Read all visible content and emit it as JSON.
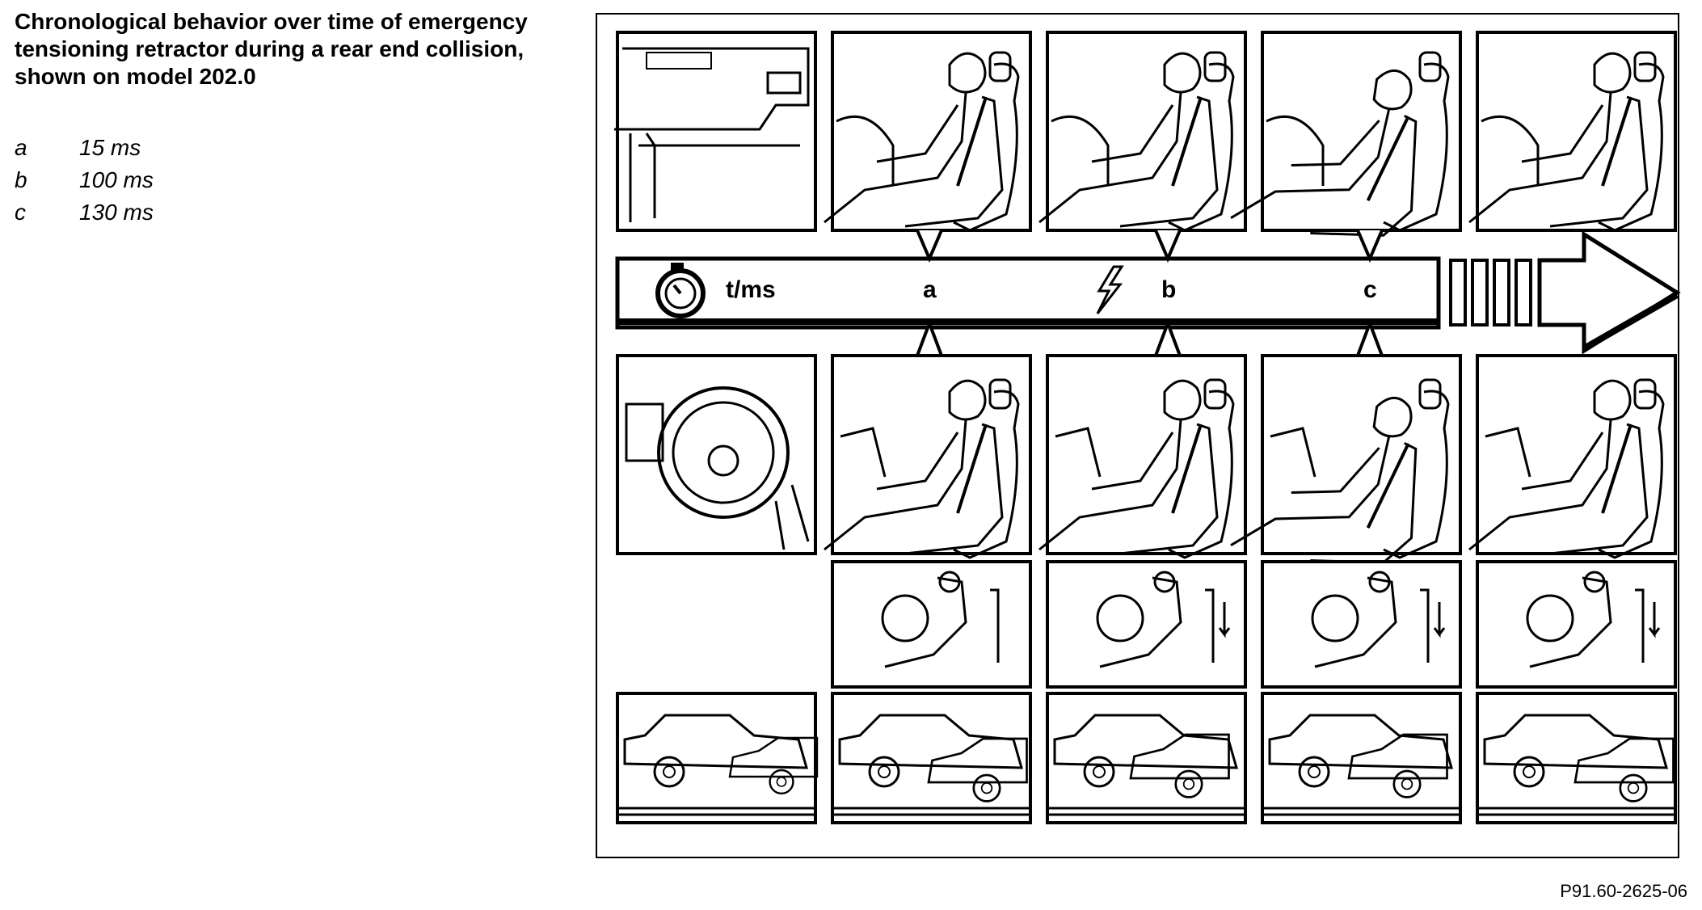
{
  "title": "Chronological behavior over time of emergency tensioning retractor during a rear end collision, shown on model 202.0",
  "legend": [
    {
      "key": "a",
      "value": "15 ms"
    },
    {
      "key": "b",
      "value": "100 ms"
    },
    {
      "key": "c",
      "value": "130 ms"
    }
  ],
  "timeline": {
    "unit_label": "t/ms",
    "markers": [
      "a",
      "b",
      "c"
    ],
    "clock_icon": "stopwatch-icon",
    "impact_icon": "lightning-icon",
    "arrow_icon": "arrow-right-icon"
  },
  "reference": "P91.60-2625-06"
}
